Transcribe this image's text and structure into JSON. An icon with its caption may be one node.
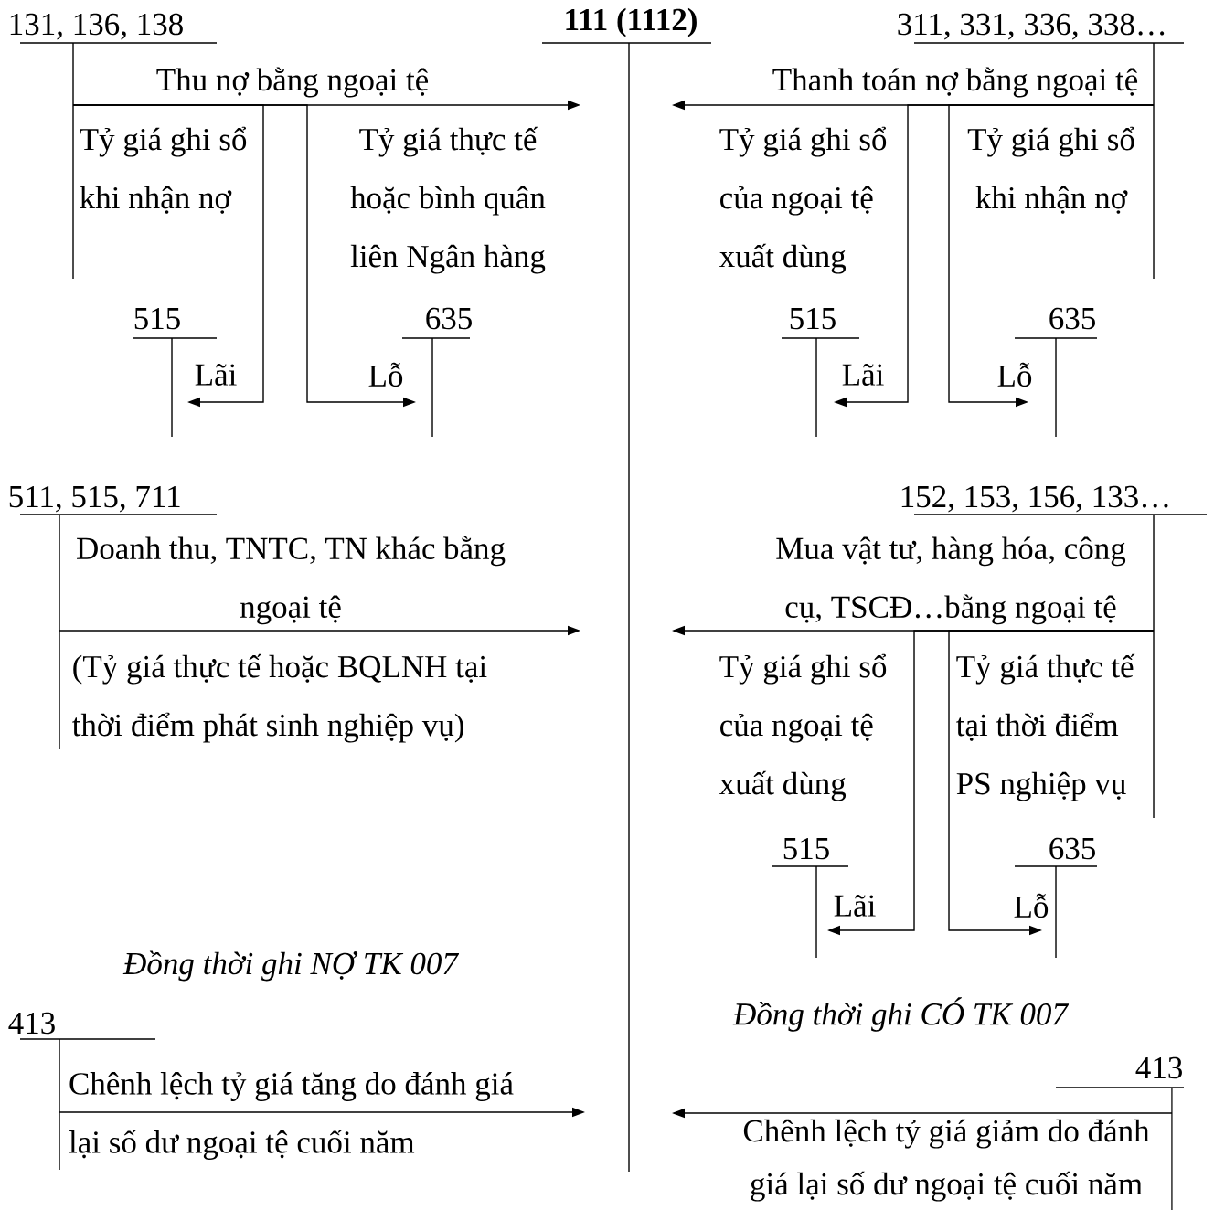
{
  "diagram": {
    "nodes": [
      {
        "text": [
          "131, 136, 138"
        ]
      },
      {
        "text": [
          "111 (1112)"
        ]
      },
      {
        "text": [
          "311, 331, 336, 338…"
        ]
      },
      {
        "text": [
          "515"
        ]
      },
      {
        "text": [
          "635"
        ]
      },
      {
        "text": [
          "515"
        ]
      },
      {
        "text": [
          "635"
        ]
      },
      {
        "text": [
          "511, 515, 711"
        ]
      },
      {
        "text": [
          "152, 153, 156, 133…"
        ]
      },
      {
        "text": [
          "515"
        ]
      },
      {
        "text": [
          "635"
        ]
      },
      {
        "text": [
          "413"
        ]
      },
      {
        "text": [
          "413"
        ]
      }
    ],
    "edges": [
      {
        "from": 0,
        "to": 1,
        "arrow": "to",
        "label": "Thu nợ bằng ngoại tệ"
      },
      {
        "from": 0,
        "to": 3,
        "arrow": "to",
        "label": "Lãi"
      },
      {
        "from": 0,
        "to": 4,
        "arrow": "to",
        "label": "Lỗ"
      },
      {
        "from": 2,
        "to": 1,
        "arrow": "to",
        "label": "Thanh toán nợ bằng ngoại tệ"
      },
      {
        "from": 2,
        "to": 5,
        "arrow": "to",
        "label": "Lãi"
      },
      {
        "from": 2,
        "to": 6,
        "arrow": "to",
        "label": "Lỗ"
      },
      {
        "from": 7,
        "to": 1,
        "arrow": "to",
        "label": "Doanh thu, TNTC, TN khác bằng ngoại tệ"
      },
      {
        "from": 8,
        "to": 1,
        "arrow": "to",
        "label": "Mua vật tư, hàng hóa, công cụ, TSCĐ…bằng ngoại tệ"
      },
      {
        "from": 8,
        "to": 9,
        "arrow": "to",
        "label": "Lãi"
      },
      {
        "from": 8,
        "to": 10,
        "arrow": "to",
        "label": "Lỗ"
      },
      {
        "from": 11,
        "to": 1,
        "arrow": "to",
        "label": "Chênh lệch tỷ giá tăng do đánh giá lại số dư ngoại tệ cuối năm"
      },
      {
        "from": 12,
        "to": 1,
        "arrow": "to",
        "label": "Chênh lệch tỷ giá giảm do đánh giá lại số dư ngoại tệ cuối năm"
      }
    ],
    "labels": [
      "Tỷ giá ghi sổ khi nhận nợ",
      "Tỷ giá thực tế hoặc bình quân liên Ngân hàng",
      "Tỷ giá ghi sổ của ngoại tệ xuất dùng",
      "Tỷ giá ghi sổ khi nhận nợ",
      "(Tỷ giá thực tế hoặc BQLNH tại thời điểm phát sinh nghiệp vụ)",
      "Tỷ giá ghi sổ của ngoại tệ xuất dùng",
      "Tỷ giá thực tế tại thời điểm PS nghiệp vụ",
      "Đồng thời ghi NỢ TK 007",
      "Đồng thời ghi CÓ TK 007"
    ]
  }
}
